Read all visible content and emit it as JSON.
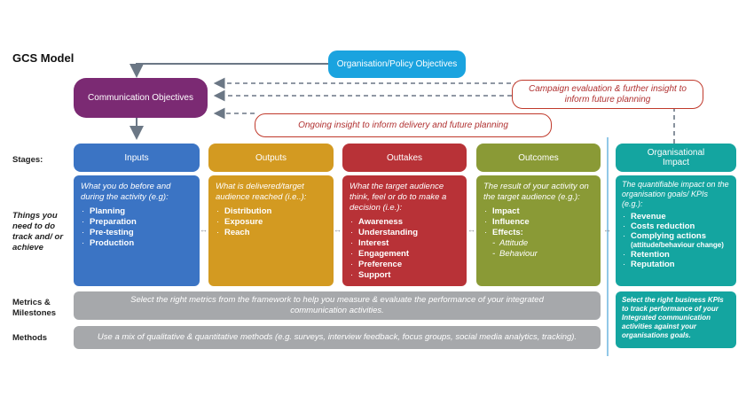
{
  "title": "GCS Model",
  "colors": {
    "policy": "#1aa3df",
    "communication": "#7b2a73",
    "inputs": "#3b74c4",
    "outputs": "#d39a21",
    "outtakes": "#b83237",
    "outcomes": "#8a9a36",
    "impact": "#14a5a0",
    "grey": "#a6a8ab",
    "callout_border": "#c0392b",
    "arrow": "#6b7785"
  },
  "top": {
    "policy": "Organisation/Policy Objectives",
    "communication": "Communication Objectives",
    "campaign_eval": "Campaign evaluation & further insight to inform future planning",
    "ongoing_insight": "Ongoing insight to inform delivery and future planning"
  },
  "row_labels": {
    "stages": "Stages:",
    "things": "Things you need to do track and/ or achieve",
    "metrics": "Metrics & Milestones",
    "methods": "Methods"
  },
  "stages": [
    {
      "name": "Inputs",
      "intro": "What you do before and during the activity (e.g):",
      "items": [
        "Planning",
        "Preparation",
        "Pre-testing",
        "Production"
      ]
    },
    {
      "name": "Outputs",
      "intro": "What is delivered/target audience reached (i.e..):",
      "items": [
        "Distribution",
        "Exposure",
        "Reach"
      ]
    },
    {
      "name": "Outtakes",
      "intro": "What the target audience think, feel or do to make a decision (i.e.):",
      "items": [
        "Awareness",
        "Understanding",
        "Interest",
        "Engagement",
        "Preference",
        "Support"
      ]
    },
    {
      "name": "Outcomes",
      "intro": "The result of your activity on the target audience (e.g.):",
      "items": [
        "Impact",
        "Influence",
        "Effects:"
      ],
      "subitems": [
        "Attitude",
        "Behaviour"
      ]
    }
  ],
  "impact": {
    "name": "Organisational Impact",
    "intro": "The quantifiable impact on the organisation goals/ KPIs (e.g.):",
    "items": [
      "Revenue",
      "Costs reduction",
      "Complying actions"
    ],
    "note": "(attitude/behaviour change)",
    "items2": [
      "Retention",
      "Reputation"
    ]
  },
  "metrics_text": "Select the right metrics from the framework to help you measure & evaluate the performance of your integrated communication activities.",
  "methods_text": "Use a mix of qualitative & quantitative methods (e.g. surveys, interview feedback, focus groups, social media analytics, tracking).",
  "kpi_text": "Select the right business KPIs to track performance of your Integrated communication activities against your organisations goals."
}
